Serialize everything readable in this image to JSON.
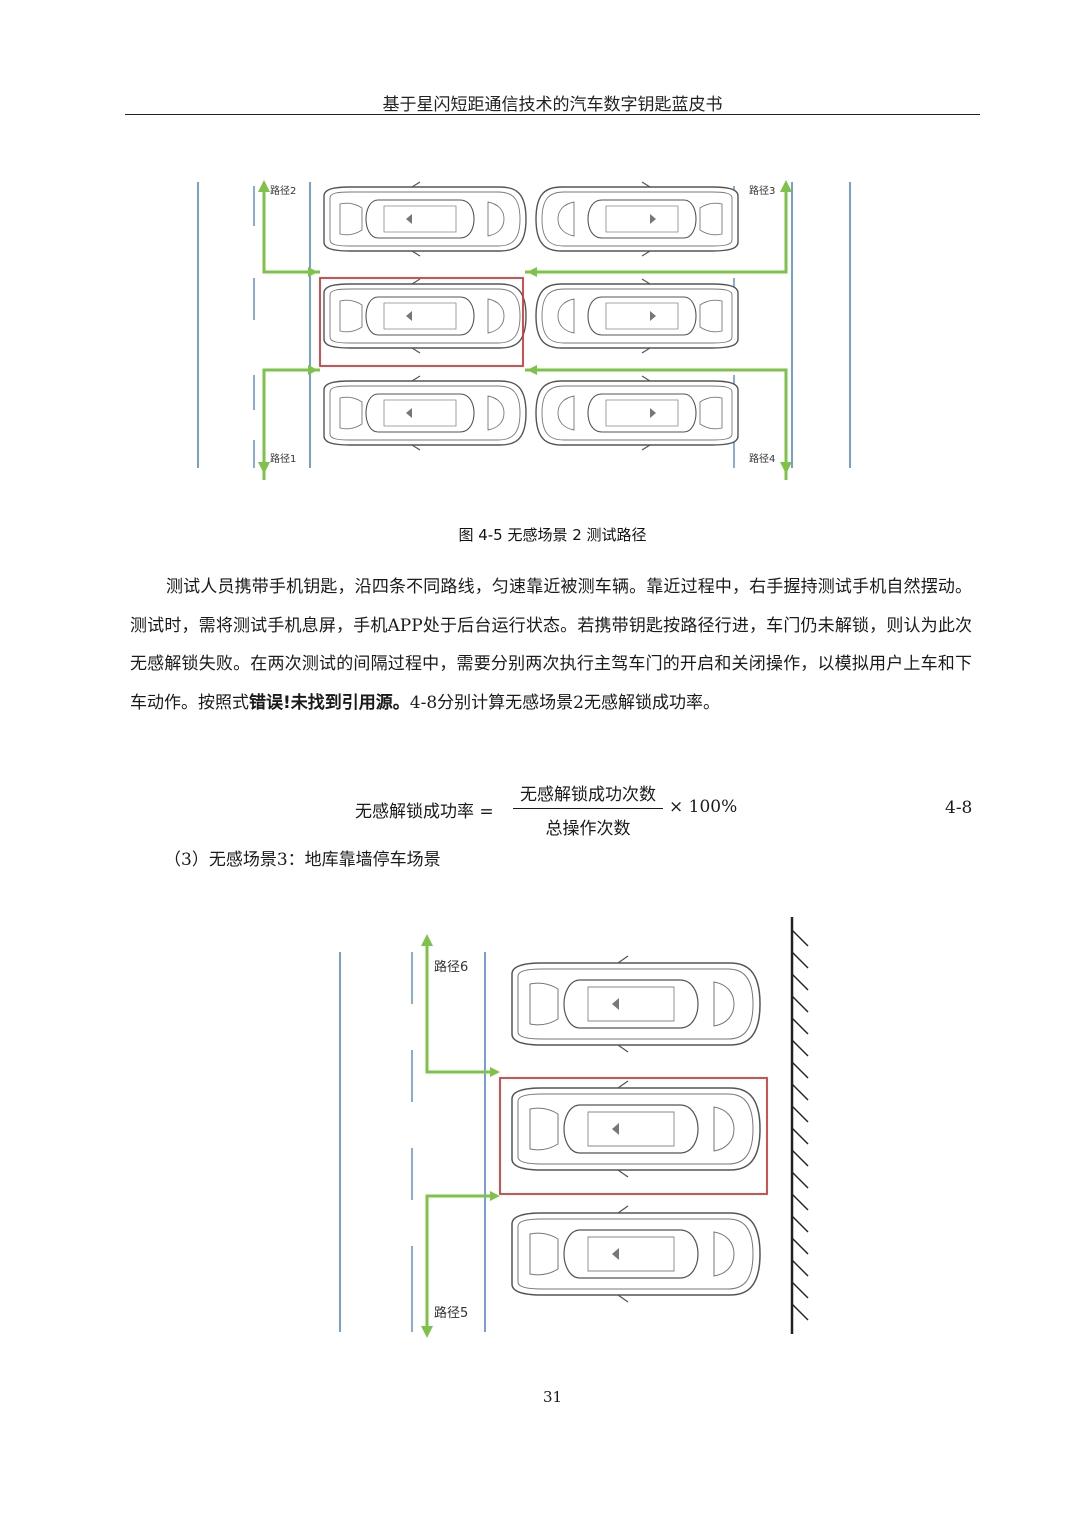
{
  "header": {
    "title": "基于星闪短距通信技术的汽车数字钥匙蓝皮书"
  },
  "figure1": {
    "labels": {
      "path1": "路径1",
      "path2": "路径2",
      "path3": "路径3",
      "path4": "路径4"
    },
    "caption": "图 4-5  无感场景 2  测试路径",
    "colors": {
      "arrow": "#7fc24a",
      "highlight": "#d23a3a",
      "lane": "#4a7fc8",
      "car": "#555555"
    }
  },
  "body": {
    "paragraph_part1": "测试人员携带手机钥匙，沿四条不同路线，匀速靠近被测车辆。靠近过程中，右手握持测试手机自然摆动。测试时，需将测试手机息屏，手机APP处于后台运行状态。若携带钥匙按路径行进，车门仍未解锁，则认为此次无感解锁失败。在两次测试的间隔过程中，需要分别两次执行主驾车门的开启和关闭操作，以模拟用户上车和下车动作。按照式",
    "paragraph_error": "错误!未找到引用源。",
    "paragraph_part2": "4-8分别计算无感场景2无感解锁成功率。"
  },
  "formula": {
    "lhs": "无感解锁成功率 =",
    "numerator": "无感解锁成功次数",
    "denominator": "总操作次数",
    "rhs": "× 100%",
    "number": "4-8"
  },
  "subsection": {
    "title": "（3）无感场景3：地库靠墙停车场景"
  },
  "figure2": {
    "labels": {
      "path5": "路径5",
      "path6": "路径6"
    }
  },
  "page": {
    "number": "31"
  }
}
